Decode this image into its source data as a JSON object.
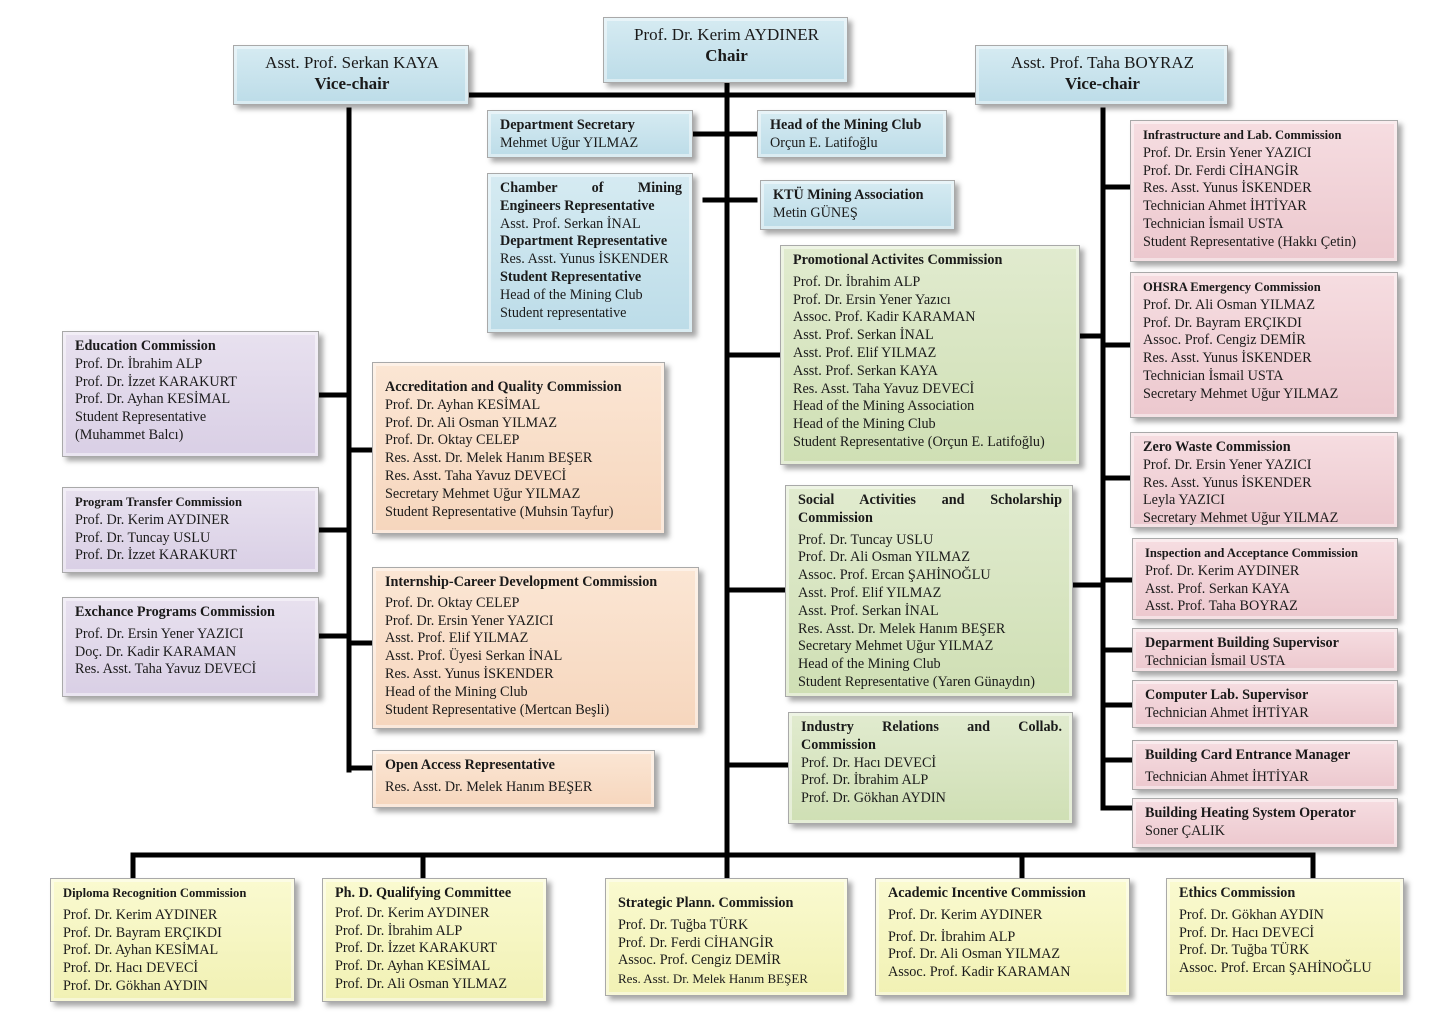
{
  "chair": {
    "name": "Prof. Dr. Kerim AYDINER",
    "role": "Chair"
  },
  "vice_left": {
    "name": "Asst. Prof. Serkan KAYA",
    "role": "Vice-chair"
  },
  "vice_right": {
    "name": "Asst. Prof. Taha BOYRAZ",
    "role": "Vice-chair"
  },
  "dept_secretary": {
    "title": "Department Secretary",
    "members": [
      "Mehmet Uğur YILMAZ"
    ]
  },
  "mining_club": {
    "title": "Head of the Mining Club",
    "members": [
      "Orçun E. Latifoğlu"
    ]
  },
  "chamber": {
    "lines": [
      {
        "text": "Chamber of Mining",
        "bold": true,
        "justify": true
      },
      {
        "text": "Engineers Representative",
        "bold": true
      },
      {
        "text": "Asst. Prof. Serkan İNAL"
      },
      {
        "text": "Department Representative",
        "bold": true
      },
      {
        "text": "Res. Asst. Yunus İSKENDER"
      },
      {
        "text": "Student Representative",
        "bold": true
      },
      {
        "text": "Head of the Mining Club"
      },
      {
        "text": "Student representative"
      }
    ]
  },
  "mining_association": {
    "title": "KTÜ Mining Association",
    "members": [
      "Metin GÜNEŞ"
    ]
  },
  "education": {
    "title": "Education Commission",
    "members": [
      "Prof. Dr. İbrahim ALP",
      "Prof. Dr. İzzet KARAKURT",
      "Prof. Dr. Ayhan KESİMAL",
      "Student Representative",
      "(Muhammet Balcı)"
    ]
  },
  "program_transfer": {
    "title": "Program Transfer Commission",
    "members": [
      "Prof. Dr. Kerim AYDINER",
      "Prof. Dr. Tuncay USLU",
      "Prof. Dr. İzzet KARAKURT"
    ]
  },
  "exchange": {
    "title": "Exchance Programs Commission",
    "members": [
      "Prof. Dr. Ersin Yener YAZICI",
      "Doç. Dr. Kadir KARAMAN",
      "Res. Asst. Taha Yavuz DEVECİ"
    ]
  },
  "accreditation": {
    "title": "Accreditation and Quality Commission",
    "members": [
      "Prof. Dr. Ayhan KESİMAL",
      "Prof. Dr. Ali Osman YILMAZ",
      "Prof. Dr. Oktay CELEP",
      "Res. Asst. Dr. Melek Hanım BEŞER",
      "Res. Asst. Taha Yavuz DEVECİ",
      "Secretary Mehmet Uğur YILMAZ",
      "Student Representative (Muhsin Tayfur)"
    ]
  },
  "internship": {
    "title": "Internship-Career Development Commission",
    "members": [
      "Prof. Dr. Oktay CELEP",
      "Prof. Dr. Ersin Yener YAZICI",
      "Asst. Prof. Elif YILMAZ",
      "Asst. Prof. Üyesi Serkan İNAL",
      "Res. Asst. Yunus İSKENDER",
      "Head of the Mining Club",
      "Student Representative (Mertcan Beşli)"
    ]
  },
  "open_access": {
    "title": "Open Access Representative",
    "members": [
      "Res. Asst. Dr. Melek Hanım BEŞER"
    ]
  },
  "promotional": {
    "title": "Promotional Activites Commission",
    "members": [
      "Prof. Dr. İbrahim ALP",
      "Prof. Dr. Ersin Yener Yazıcı",
      "Assoc. Prof. Kadir KARAMAN",
      "Asst. Prof. Serkan İNAL",
      "Asst. Prof. Elif YILMAZ",
      "Asst. Prof. Serkan KAYA",
      "Res. Asst. Taha Yavuz DEVECİ",
      "Head of the Mining Association",
      "Head of the Mining Club",
      "Student Representative (Orçun E. Latifoğlu)"
    ]
  },
  "social": {
    "title_line1": "Social Activities and Scholarship",
    "title_line2": "Commission",
    "members": [
      "Prof. Dr. Tuncay USLU",
      "Prof. Dr. Ali Osman YILMAZ",
      "Assoc. Prof. Ercan ŞAHİNOĞLU",
      "Asst. Prof. Elif YILMAZ",
      "Asst. Prof. Serkan İNAL",
      "Res. Asst. Dr. Melek Hanım BEŞER",
      "Secretary Mehmet Uğur YILMAZ",
      "Head of the Mining Club",
      "Student Representative (Yaren Günaydın)"
    ]
  },
  "industry": {
    "title_line1": "Industry Relations and Collab.",
    "title_line2": "Commission",
    "members": [
      "Prof. Dr. Hacı DEVECİ",
      "Prof. Dr. İbrahim ALP",
      "Prof. Dr. Gökhan AYDIN"
    ]
  },
  "infrastructure": {
    "title": "Infrastructure and Lab. Commission",
    "members": [
      "Prof. Dr. Ersin Yener YAZICI",
      "Prof. Dr. Ferdi CİHANGİR",
      "Res. Asst. Yunus İSKENDER",
      "Technician Ahmet İHTİYAR",
      "Technician İsmail USTA",
      "Student Representative (Hakkı Çetin)"
    ]
  },
  "ohsra": {
    "title": "OHSRA Emergency Commission",
    "members": [
      "Prof. Dr. Ali Osman YILMAZ",
      "Prof. Dr. Bayram ERÇIKDI",
      "Assoc. Prof. Cengiz DEMİR",
      "Res. Asst. Yunus İSKENDER",
      "Technician İsmail USTA",
      "Secretary Mehmet Uğur YILMAZ"
    ]
  },
  "zero_waste": {
    "title": "Zero Waste Commission",
    "members": [
      "Prof. Dr. Ersin Yener YAZICI",
      "Res. Asst. Yunus İSKENDER",
      "Leyla YAZICI",
      "Secretary Mehmet Uğur YILMAZ"
    ]
  },
  "inspection": {
    "title": "Inspection and Acceptance Commission",
    "members": [
      "Prof. Dr. Kerim AYDINER",
      "Asst. Prof. Serkan KAYA",
      "Asst. Prof. Taha BOYRAZ"
    ]
  },
  "building_supervisor": {
    "title": "Deparment Building Supervisor",
    "members": [
      "Technician İsmail USTA"
    ]
  },
  "computer_lab": {
    "title": "Computer Lab. Supervisor",
    "members": [
      "Technician Ahmet İHTİYAR"
    ]
  },
  "card_entrance": {
    "title": "Building Card Entrance Manager",
    "members": [
      "Technician Ahmet İHTİYAR"
    ]
  },
  "heating": {
    "title": "Building Heating System Operator",
    "members": [
      "Soner ÇALIK"
    ]
  },
  "diploma": {
    "title": "Diploma Recognition Commission",
    "members": [
      "Prof. Dr. Kerim AYDINER",
      "Prof. Dr. Bayram ERÇIKDI",
      "Prof. Dr. Ayhan KESİMAL",
      "Prof. Dr. Hacı DEVECİ",
      "Prof. Dr. Gökhan AYDIN"
    ]
  },
  "phd": {
    "title": "Ph. D. Qualifying Committee",
    "members": [
      "Prof. Dr. Kerim AYDINER",
      "Prof. Dr. İbrahim ALP",
      "Prof. Dr. İzzet KARAKURT",
      "Prof. Dr. Ayhan KESİMAL",
      "Prof. Dr. Ali Osman YILMAZ"
    ]
  },
  "strategic": {
    "title": "Strategic Plann. Commission",
    "members": [
      "Prof. Dr. Tuğba TÜRK",
      "Prof. Dr. Ferdi CİHANGİR",
      "Assoc. Prof. Cengiz DEMİR",
      "Res. Asst. Dr. Melek Hanım BEŞER"
    ]
  },
  "academic": {
    "title": "Academic Incentive Commission",
    "members": [
      "Prof. Dr. Kerim AYDINER",
      "Prof. Dr. İbrahim ALP",
      "Prof. Dr. Ali Osman YILMAZ",
      "Assoc. Prof. Kadir KARAMAN"
    ]
  },
  "ethics": {
    "title": "Ethics Commission",
    "members": [
      "Prof. Dr. Gökhan AYDIN",
      "Prof. Dr. Hacı DEVECİ",
      "Prof. Dr. Tuğba TÜRK",
      "Assoc. Prof. Ercan ŞAHİNOĞLU"
    ]
  },
  "colors": {
    "line": "#000000",
    "blue": "#bcdce8",
    "purple": "#d9cfe5",
    "peach": "#f6d6bd",
    "green": "#cfdfb4",
    "pink": "#ecc8ce",
    "yellow": "#f1f1b4"
  }
}
